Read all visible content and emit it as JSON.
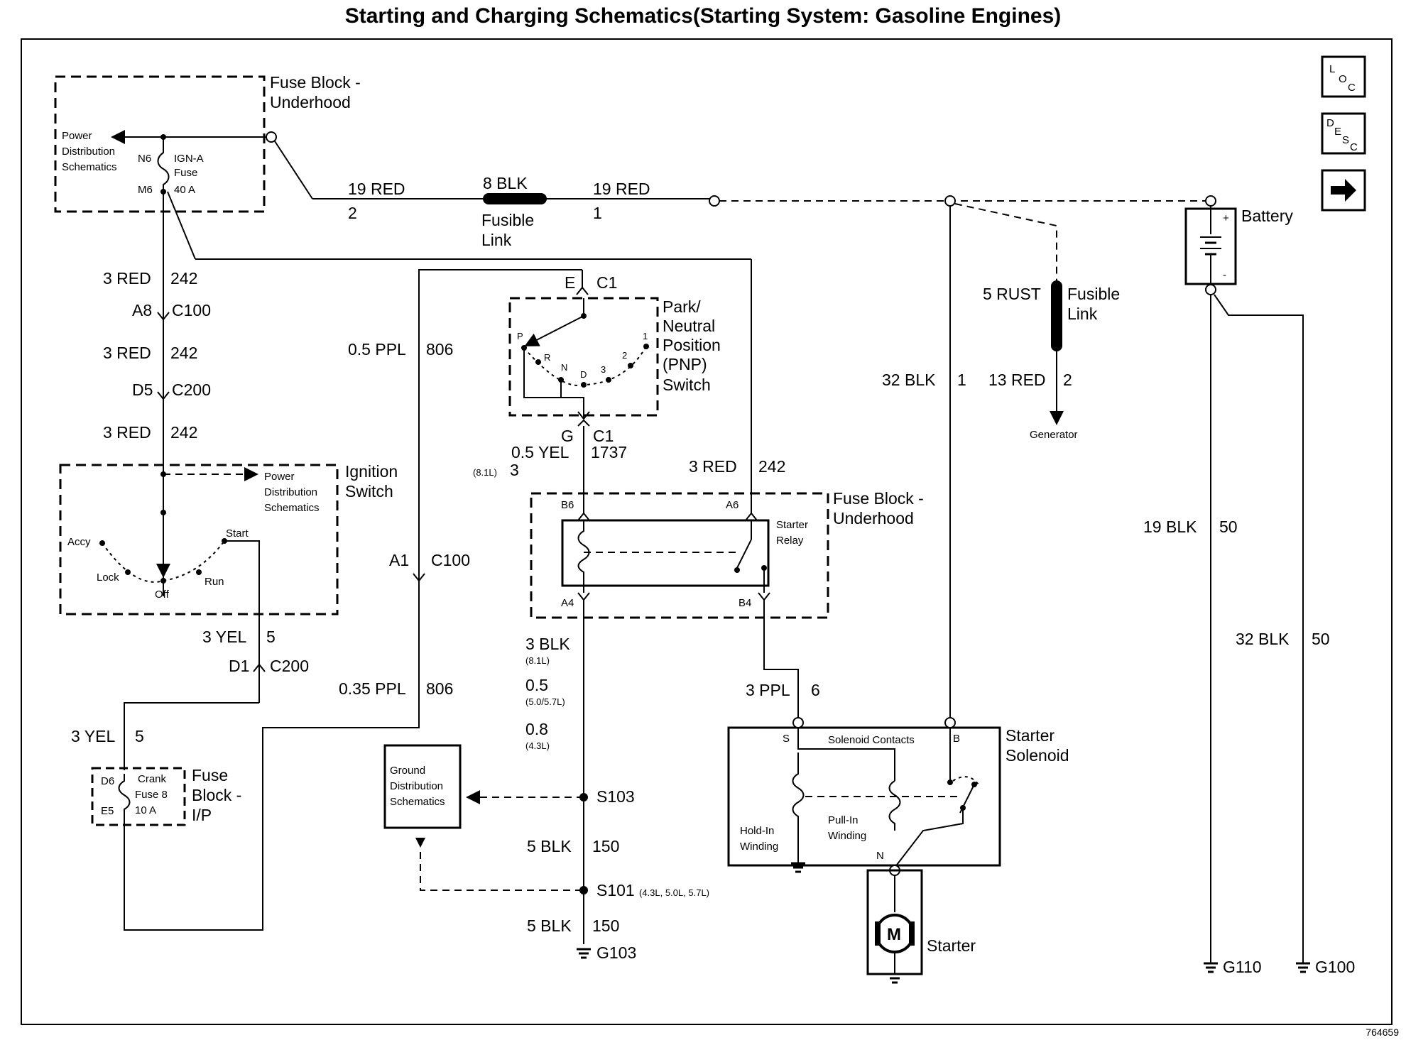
{
  "title": "Starting and Charging Schematics(Starting System: Gasoline Engines)",
  "footer_id": "764659",
  "nav": {
    "loc": "LOC",
    "desc": "DESC",
    "next": "→"
  },
  "fuse_block_top": {
    "title": "Fuse Block -",
    "title2": "Underhood",
    "pds1": "Power",
    "pds2": "Distribution",
    "pds3": "Schematics",
    "n6": "N6",
    "m6": "M6",
    "fuse1": "IGN-A",
    "fuse2": "Fuse",
    "fuse3": "40 A"
  },
  "top_wires": {
    "w1": "19 RED",
    "w1n": "2",
    "link_label": "8 BLK",
    "link1": "Fusible",
    "link2": "Link",
    "w2": "19 RED",
    "w2n": "1"
  },
  "left_column": {
    "w_a": "3 RED",
    "w_a_n": "242",
    "conn1_pin": "A8",
    "conn1": "C100",
    "w_b": "3 RED",
    "w_b_n": "242",
    "conn2_pin": "D5",
    "conn2": "C200",
    "w_c": "3 RED",
    "w_c_n": "242"
  },
  "ignition": {
    "title1": "Ignition",
    "title2": "Switch",
    "pds1": "Power",
    "pds2": "Distribution",
    "pds3": "Schematics",
    "accy": "Accy",
    "lock": "Lock",
    "off": "Off",
    "run": "Run",
    "start": "Start"
  },
  "lower_left": {
    "w1": "3 YEL",
    "w1n": "5",
    "pin": "D1",
    "conn": "C200",
    "w2": "3 YEL",
    "w2n": "5",
    "d6": "D6",
    "e5": "E5",
    "fuse1": "Crank",
    "fuse2": "Fuse 8",
    "fuse3": "10 A",
    "fb1": "Fuse",
    "fb2": "Block -",
    "fb3": "I/P"
  },
  "ppl_wire": {
    "w1": "0.5 PPL",
    "w1n": "806",
    "pin": "A1",
    "conn": "C100",
    "w2": "0.35 PPL",
    "w2n": "806"
  },
  "pnp": {
    "e": "E",
    "c1": "C1",
    "t1": "Park/",
    "t2": "Neutral",
    "t3": "Position",
    "t4": "(PNP)",
    "t5": "Switch",
    "p": "P",
    "r": "R",
    "n": "N",
    "d": "D",
    "g3": "3",
    "g2": "2",
    "g1": "1",
    "g": "G",
    "c1b": "C1",
    "w": "0.5 YEL",
    "wn": "1737",
    "var": "(8.1L)",
    "varn": "3"
  },
  "relay_block": {
    "w": "3 RED",
    "wn": "242",
    "t1": "Fuse Block -",
    "t2": "Underhood",
    "b6": "B6",
    "a6": "A6",
    "a4": "A4",
    "b4": "B4",
    "r1": "Starter",
    "r2": "Relay"
  },
  "ground_col": {
    "w1": "3 BLK",
    "w1v": "(8.1L)",
    "w2": "0.5",
    "w2v": "(5.0/5.7L)",
    "w3": "0.8",
    "w3v": "(4.3L)",
    "gd1": "Ground",
    "gd2": "Distribution",
    "gd3": "Schematics",
    "s103": "S103",
    "w4": "5 BLK",
    "w4n": "150",
    "s101": "S101",
    "s101v": "(4.3L, 5.0L, 5.7L)",
    "w5": "5 BLK",
    "w5n": "150",
    "g103": "G103"
  },
  "solenoid": {
    "w": "3 PPL",
    "wn": "6",
    "s": "S",
    "b": "B",
    "n": "N",
    "contacts": "Solenoid Contacts",
    "t1": "Starter",
    "t2": "Solenoid",
    "hold1": "Hold-In",
    "hold2": "Winding",
    "pull1": "Pull-In",
    "pull2": "Winding",
    "motor": "M",
    "starter": "Starter"
  },
  "right_side": {
    "w_blk": "32 BLK",
    "w_blk_n": "1",
    "rust": "5 RUST",
    "fl1": "Fusible",
    "fl2": "Link",
    "red": "13 RED",
    "red_n": "2",
    "gen": "Generator",
    "battery": "Battery",
    "plus": "+",
    "minus": "-",
    "w19": "19 BLK",
    "w19n": "50",
    "w32": "32 BLK",
    "w32n": "50",
    "g110": "G110",
    "g100": "G100"
  }
}
